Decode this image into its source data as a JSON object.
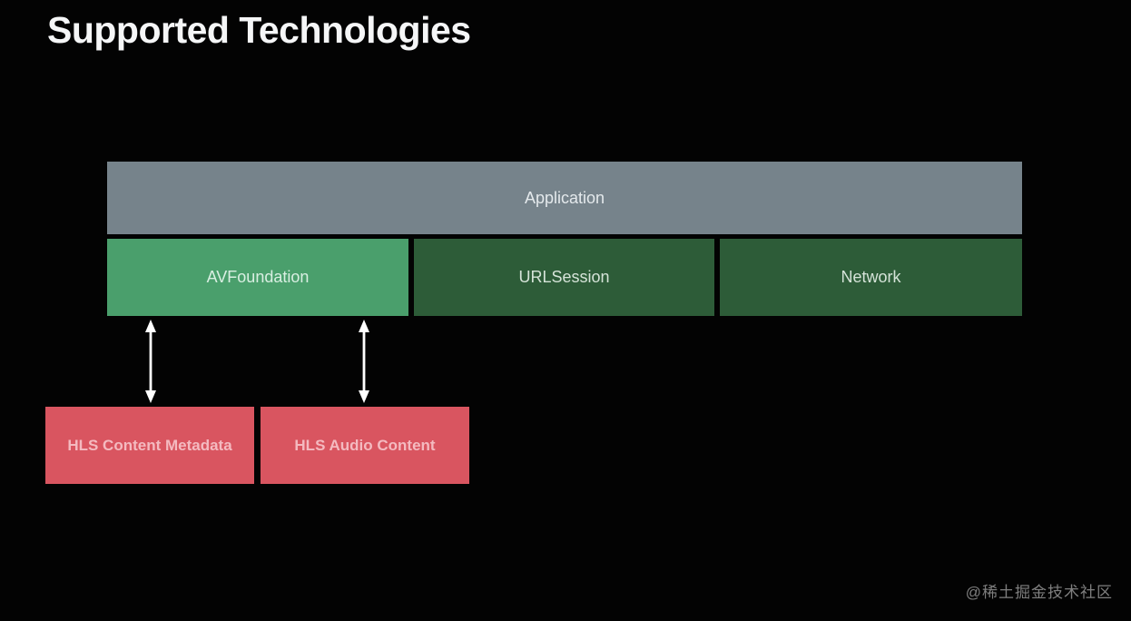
{
  "title": "Supported Technologies",
  "diagram": {
    "application": {
      "label": "Application",
      "color": "#76838b"
    },
    "frameworks": [
      {
        "label": "AVFoundation",
        "color": "#4a9f6c"
      },
      {
        "label": "URLSession",
        "color": "#2d5c38"
      },
      {
        "label": "Network",
        "color": "#2d5c38"
      }
    ],
    "hls_boxes": [
      {
        "label": "HLS Content Metadata",
        "color": "#d95560"
      },
      {
        "label": "HLS Audio Content",
        "color": "#d95560"
      }
    ],
    "arrows": {
      "count": 2,
      "style": "double-headed-vertical",
      "color": "#ffffff",
      "connects": "AVFoundation <-> HLS boxes"
    }
  },
  "watermark": "@稀土掘金技术社区",
  "background_color": "#030303"
}
